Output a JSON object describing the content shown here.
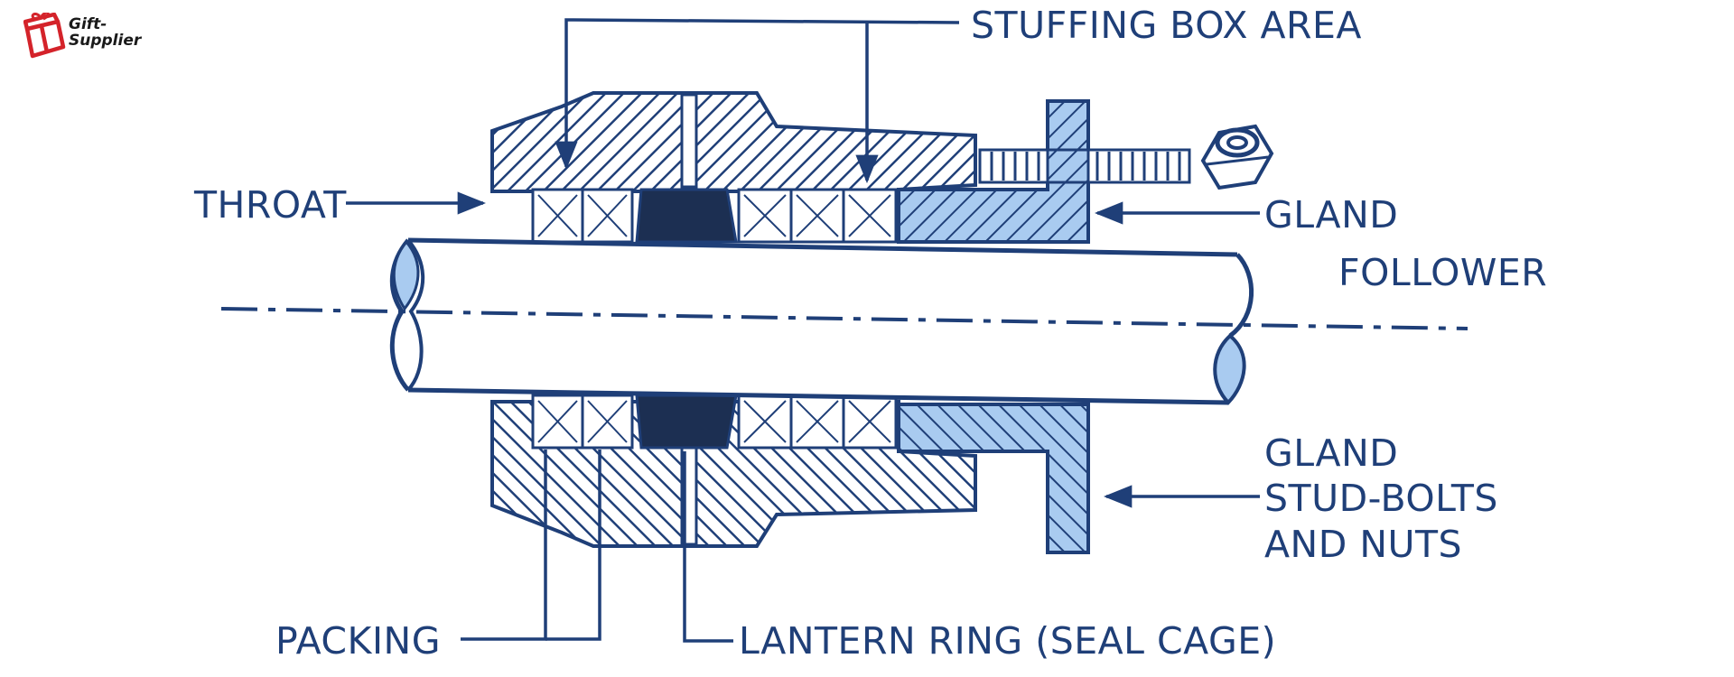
{
  "logo": {
    "line1": "Gift-",
    "line2": "Supplier"
  },
  "labels": {
    "stuffing_box_area": "STUFFING BOX AREA",
    "throat": "THROAT",
    "gland": "GLAND",
    "follower": "FOLLOWER",
    "gland2": "GLAND",
    "stud_bolts": "STUD-BOLTS",
    "and_nuts": "AND NUTS",
    "packing": "PACKING",
    "lantern_ring": "LANTERN RING (SEAL CAGE)"
  },
  "colors": {
    "ink": "#1f3f78",
    "fill_light": "#a9cbf0",
    "fill_dark": "#1c2f52",
    "logo_red": "#d4232a"
  }
}
